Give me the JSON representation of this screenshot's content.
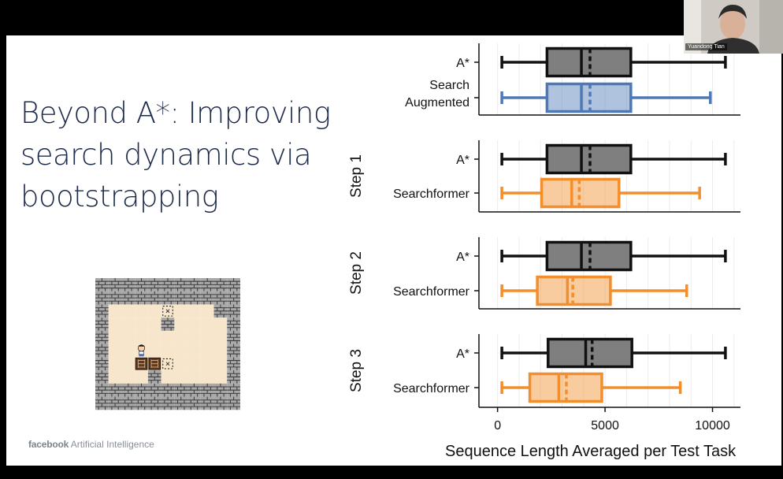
{
  "slide": {
    "title_lines": [
      "Beyond A*: Improving",
      "search dynamics via",
      "bootstrapping"
    ],
    "footer_brand": "facebook",
    "footer_text": "Artificial Intelligence"
  },
  "webcam": {
    "name": "Yuandong Tian"
  },
  "sokoban": {
    "grid": [
      "WWWWWWWWWWW",
      "WWWWWWWWWWW",
      "WFFFFGFFFWW",
      "WFFFFWFFFFW",
      "WFFFFFFFFFW",
      "WFFPFFFFFFW",
      "WFFBBGFFFFW",
      "WFFFWFFFFFW",
      "WWWWWWWWWWW",
      "WWWWWWWWWWW"
    ],
    "colors": {
      "wall_fill": "#a8a8a8",
      "wall_line": "#3d3d3d",
      "floor": "#f7e6cc",
      "box": "#5e3a1e",
      "goal": "#222222"
    }
  },
  "colors": {
    "astar": "#7f7f7f",
    "augmented": "#4e79b7",
    "searchformer": "#f28e2b"
  },
  "chart_data": {
    "type": "boxplot",
    "xlabel": "Sequence Length Averaged per Test Task",
    "xlim": [
      -500,
      11300
    ],
    "xticks": [
      0,
      5000,
      10000
    ],
    "xtick_labels": [
      "0",
      "5000",
      "10000"
    ],
    "grid": true,
    "panels": [
      {
        "label": "",
        "boxes": [
          {
            "name": "A*",
            "color": "astar",
            "whislo": 200,
            "q1": 2300,
            "med": 3900,
            "mean": 4300,
            "q3": 6200,
            "whishi": 10600
          },
          {
            "name_lines": [
              "Search",
              "Augmented"
            ],
            "color": "augmented",
            "whislo": 200,
            "q1": 2300,
            "med": 3900,
            "mean": 4300,
            "q3": 6200,
            "whishi": 9900
          }
        ]
      },
      {
        "label": "Step 1",
        "boxes": [
          {
            "name": "A*",
            "color": "astar",
            "whislo": 200,
            "q1": 2300,
            "med": 3900,
            "mean": 4300,
            "q3": 6200,
            "whishi": 10600
          },
          {
            "name": "Searchformer",
            "color": "searchformer",
            "whislo": 200,
            "q1": 2050,
            "med": 3450,
            "mean": 3800,
            "q3": 5650,
            "whishi": 9400
          }
        ]
      },
      {
        "label": "Step 2",
        "boxes": [
          {
            "name": "A*",
            "color": "astar",
            "whislo": 200,
            "q1": 2300,
            "med": 3900,
            "mean": 4300,
            "q3": 6200,
            "whishi": 10600
          },
          {
            "name": "Searchformer",
            "color": "searchformer",
            "whislo": 200,
            "q1": 1850,
            "med": 3250,
            "mean": 3500,
            "q3": 5250,
            "whishi": 8800
          }
        ]
      },
      {
        "label": "Step 3",
        "boxes": [
          {
            "name": "A*",
            "color": "astar",
            "whislo": 200,
            "q1": 2350,
            "med": 4100,
            "mean": 4400,
            "q3": 6250,
            "whishi": 10600
          },
          {
            "name": "Searchformer",
            "color": "searchformer",
            "whislo": 200,
            "q1": 1500,
            "med": 2850,
            "mean": 3200,
            "q3": 4850,
            "whishi": 8500
          }
        ]
      }
    ]
  }
}
